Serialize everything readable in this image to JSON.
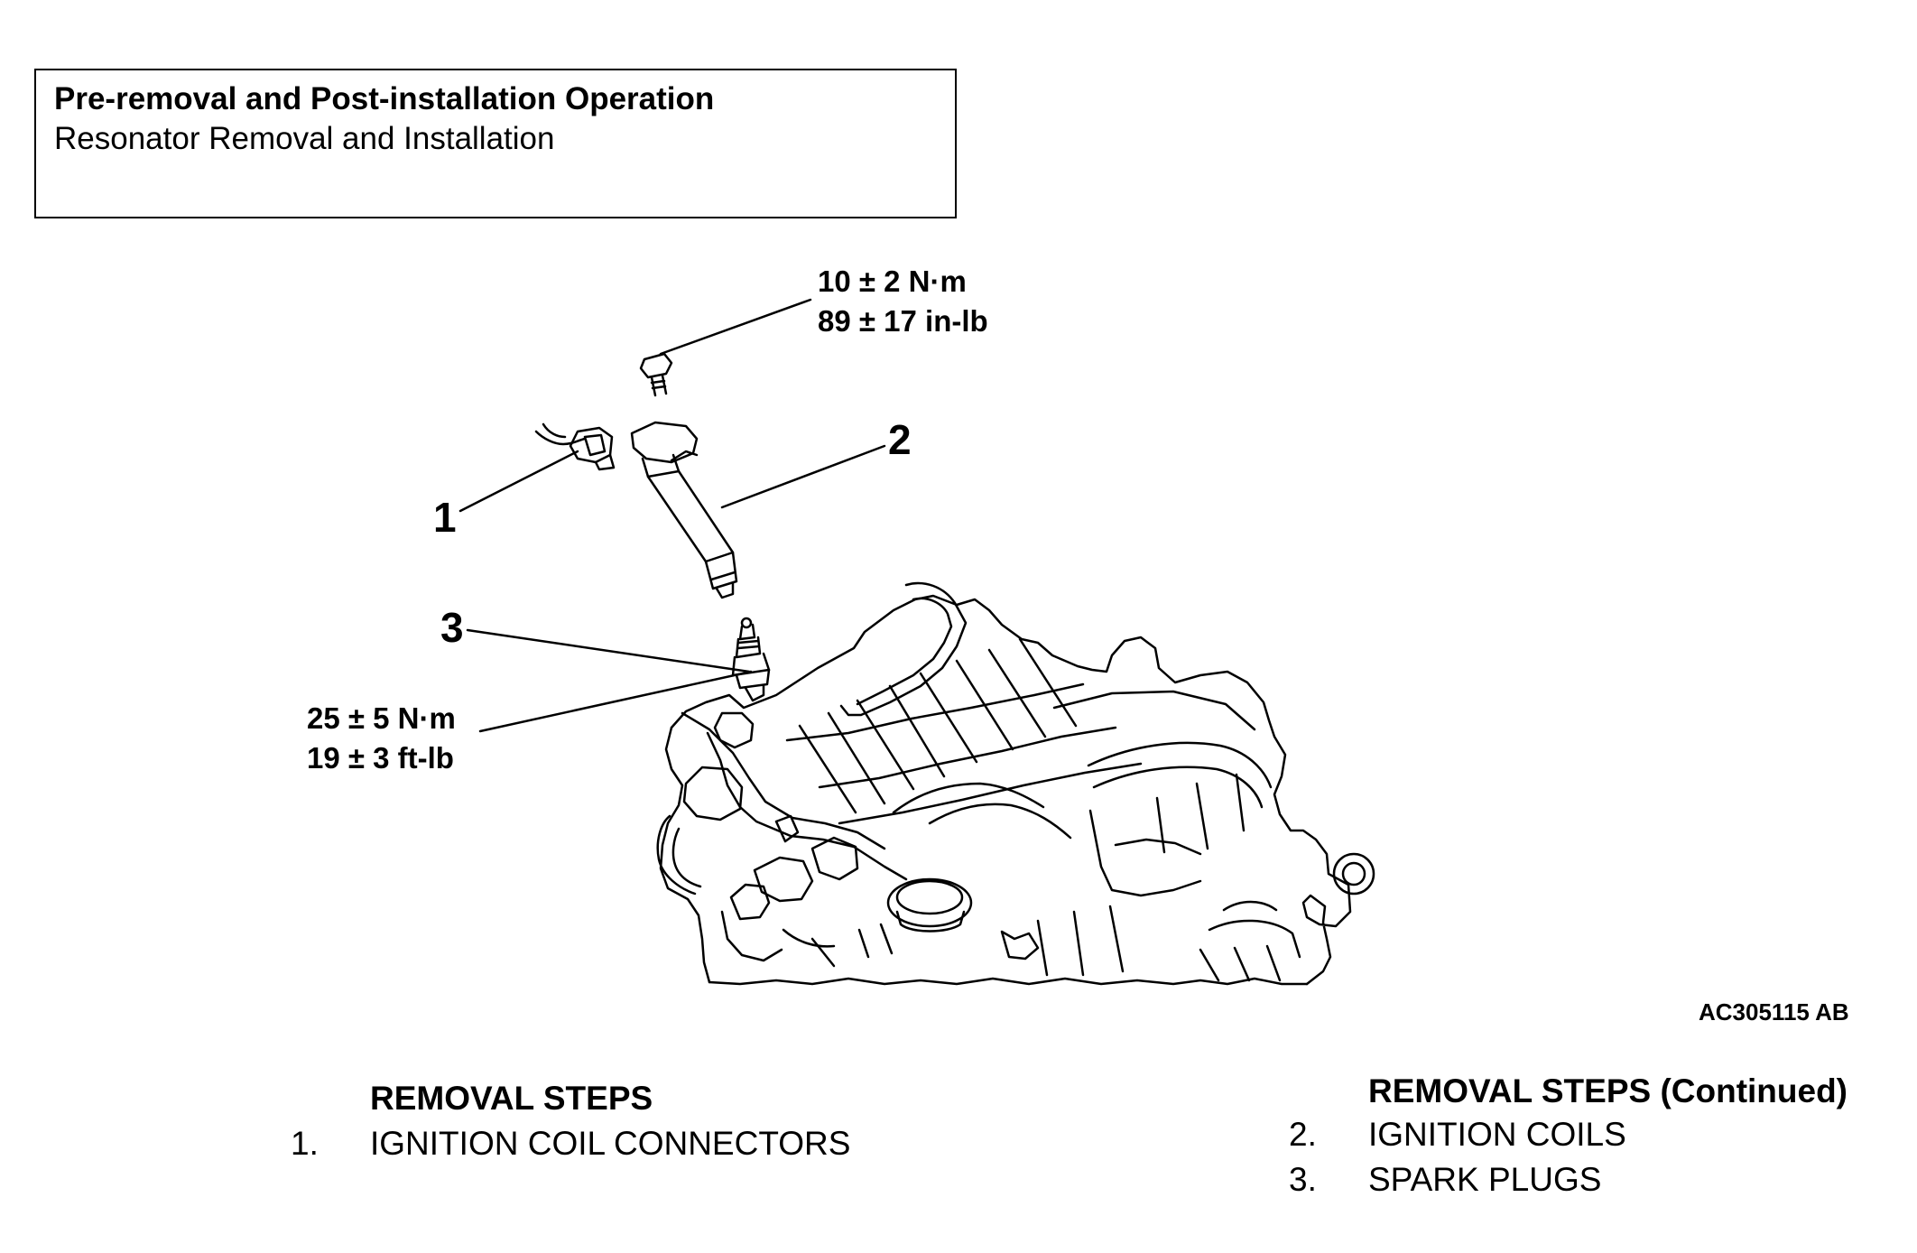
{
  "header": {
    "title": "Pre-removal and Post-installation Operation",
    "subtitle": "Resonator Removal and Installation"
  },
  "torque": {
    "coil_bolt": {
      "metric": "10 ± 2 N·m",
      "imperial": "89 ± 17 in-lb"
    },
    "spark_plug": {
      "metric": "25 ± 5 N·m",
      "imperial": "19 ± 3 ft-lb"
    }
  },
  "callouts": {
    "c1": "1",
    "c2": "2",
    "c3": "3"
  },
  "figure_id": "AC305115 AB",
  "removal": {
    "heading": "REMOVAL STEPS",
    "steps": [
      {
        "num": "1.",
        "label": "IGNITION COIL CONNECTORS"
      }
    ]
  },
  "removal_continued": {
    "heading": "REMOVAL STEPS (Continued)",
    "steps": [
      {
        "num": "2.",
        "label": "IGNITION COILS"
      },
      {
        "num": "3.",
        "label": "SPARK PLUGS"
      }
    ]
  }
}
